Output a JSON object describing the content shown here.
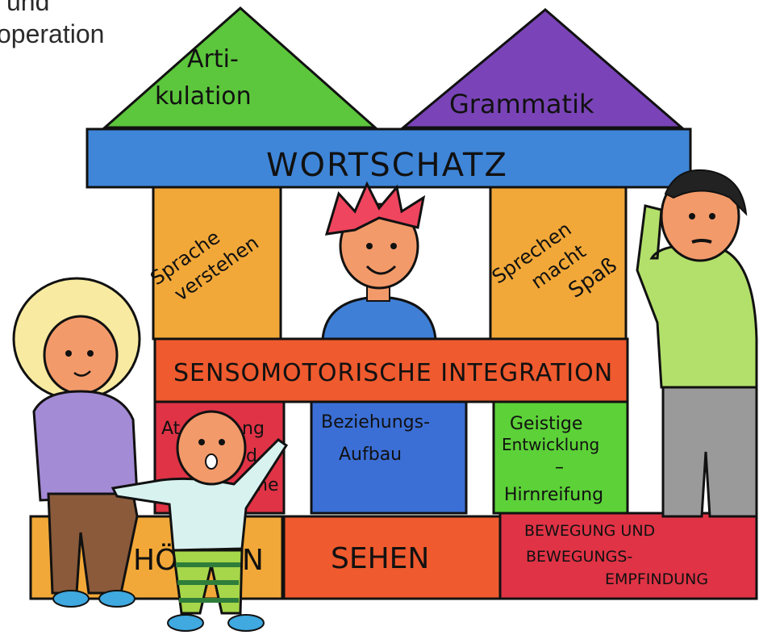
{
  "corner_text": [
    "und",
    "operation"
  ],
  "blocks": {
    "roof_left": "Arti- kulation",
    "roof_left_line1": "Arti-",
    "roof_left_line2": "kulation",
    "roof_right": "Grammatik",
    "beam_top": "WORTSCHATZ",
    "pillar_left_line1": "Sprache",
    "pillar_left_line2": "verstehen",
    "pillar_right_line1": "Sprechen",
    "pillar_right_line2": "macht",
    "pillar_right_line3": "Spaß",
    "beam_middle": "SENSOMOTORISCHE INTEGRATION",
    "lower_left_partial_1": "At",
    "lower_left_partial_2": "ng",
    "lower_left_partial_3": "d",
    "lower_left_partial_4": "ne",
    "lower_center_line1": "Beziehungs-",
    "lower_center_line2": "Aufbau",
    "lower_right_line1": "Geistige",
    "lower_right_line2": "Entwicklung",
    "lower_right_line3": "–",
    "lower_right_line4": "Hirnreifung",
    "base_left_partial_1": "HÖ",
    "base_left_partial_2": "N",
    "base_middle": "SEHEN",
    "base_right_line1": "BEWEGUNG UND",
    "base_right_line2": "BEWEGUNGS-",
    "base_right_line3": "EMPFINDUNG"
  },
  "colors": {
    "roof_left": "#5cc63c",
    "roof_right": "#7a44b8",
    "beam_top": "#3f86d9",
    "pillar": "#f2a838",
    "beam_middle": "#ef5a2e",
    "lower_left": "#e03346",
    "lower_center": "#3b6fd6",
    "lower_right": "#5cd138",
    "base_left": "#f2a838",
    "base_middle": "#ef5a2e",
    "base_right": "#e03346"
  }
}
